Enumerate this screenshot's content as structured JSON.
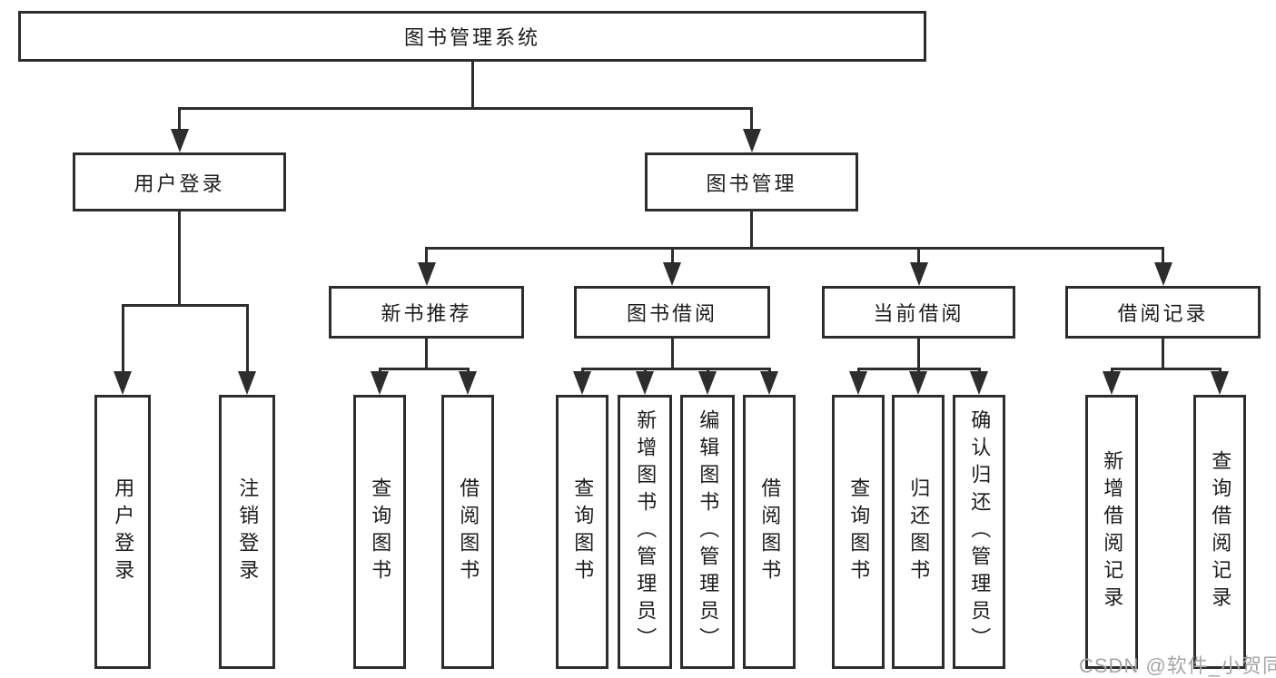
{
  "nodes": {
    "root": {
      "label": "图书管理系统"
    },
    "branches": [
      {
        "label": "用户登录",
        "leaves": [
          {
            "label": "用户登录"
          },
          {
            "label": "注销登录"
          }
        ]
      },
      {
        "label": "图书管理",
        "groups": [
          {
            "label": "新书推荐",
            "leaves": [
              {
                "label": "查询图书"
              },
              {
                "label": "借阅图书"
              }
            ]
          },
          {
            "label": "图书借阅",
            "leaves": [
              {
                "label": "查询图书"
              },
              {
                "label": "新增图书（管理员）"
              },
              {
                "label": "编辑图书（管理员）"
              },
              {
                "label": "借阅图书"
              }
            ]
          },
          {
            "label": "当前借阅",
            "leaves": [
              {
                "label": "查询图书"
              },
              {
                "label": "归还图书"
              },
              {
                "label": "确认归还（管理员）"
              }
            ]
          },
          {
            "label": "借阅记录",
            "leaves": [
              {
                "label": "新增借阅记录"
              },
              {
                "label": "查询借阅记录"
              }
            ]
          }
        ]
      }
    ]
  },
  "watermark": {
    "text": "CSDN @软件_小贺同学"
  },
  "colors": {
    "line": "#2d2d2d",
    "text": "#1c1c1c",
    "watermark": "#a6a6a6",
    "background": "#ffffff"
  }
}
